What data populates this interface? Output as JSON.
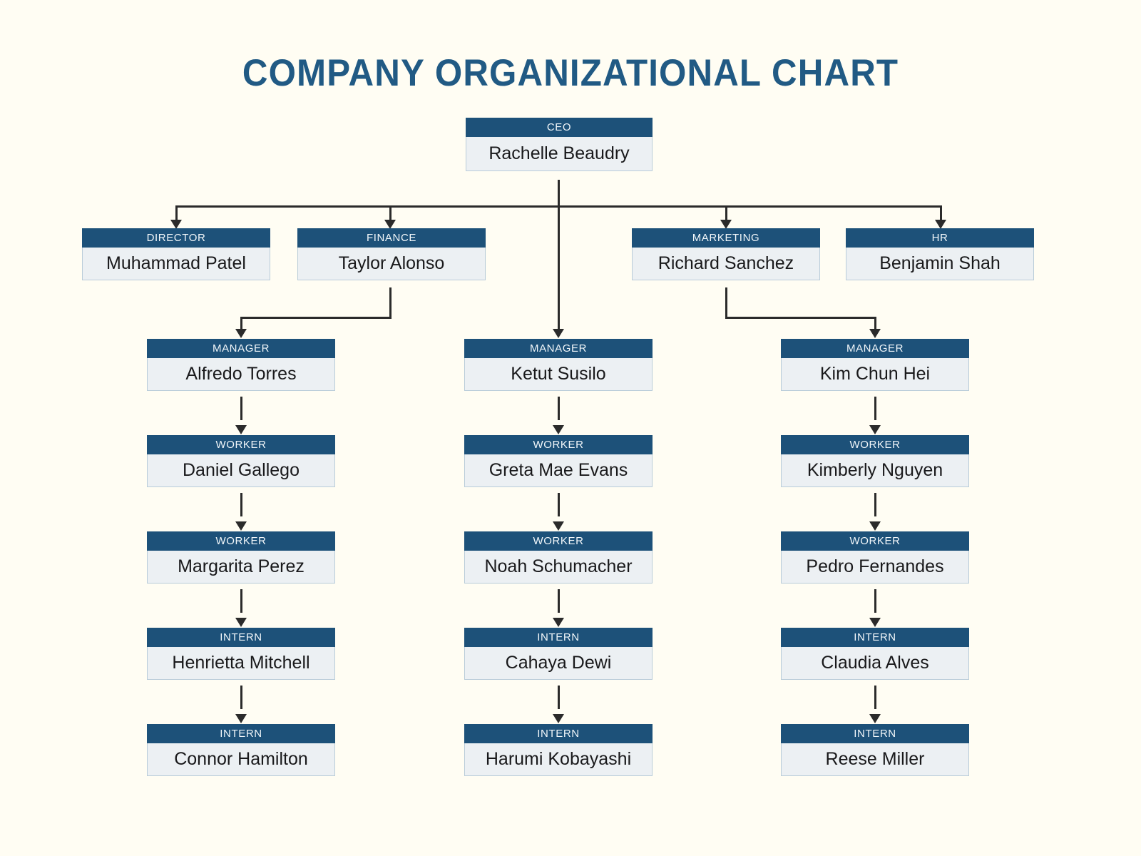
{
  "page": {
    "title": "COMPANY ORGANIZATIONAL CHART",
    "background_color": "#fffdf3",
    "header_color": "#1d5179",
    "body_color": "#ecf0f3",
    "border_color": "#b9ccd9",
    "title_color": "#215a84",
    "connector_color": "#2b2b2b"
  },
  "chart_data": {
    "type": "diagram",
    "subtype": "organizational-chart",
    "title": "COMPANY ORGANIZATIONAL CHART",
    "levels": [
      {
        "name": "executive",
        "roles": [
          "CEO"
        ]
      },
      {
        "name": "department-heads",
        "roles": [
          "DIRECTOR",
          "FINANCE",
          "MARKETING",
          "HR"
        ]
      },
      {
        "name": "managers",
        "roles": [
          "MANAGER",
          "MANAGER",
          "MANAGER"
        ]
      },
      {
        "name": "workers-1",
        "roles": [
          "WORKER",
          "WORKER",
          "WORKER"
        ]
      },
      {
        "name": "workers-2",
        "roles": [
          "WORKER",
          "WORKER",
          "WORKER"
        ]
      },
      {
        "name": "interns-1",
        "roles": [
          "INTERN",
          "INTERN",
          "INTERN"
        ]
      },
      {
        "name": "interns-2",
        "roles": [
          "INTERN",
          "INTERN",
          "INTERN"
        ]
      }
    ],
    "edges": [
      {
        "from": "ceo",
        "to": "director"
      },
      {
        "from": "ceo",
        "to": "finance"
      },
      {
        "from": "ceo",
        "to": "marketing"
      },
      {
        "from": "ceo",
        "to": "hr"
      },
      {
        "from": "ceo",
        "to": "manager-2"
      },
      {
        "from": "finance",
        "to": "manager-1"
      },
      {
        "from": "marketing",
        "to": "manager-3"
      },
      {
        "from": "manager-1",
        "to": "worker-1a"
      },
      {
        "from": "worker-1a",
        "to": "worker-1b"
      },
      {
        "from": "worker-1b",
        "to": "intern-1a"
      },
      {
        "from": "intern-1a",
        "to": "intern-1b"
      },
      {
        "from": "manager-2",
        "to": "worker-2a"
      },
      {
        "from": "worker-2a",
        "to": "worker-2b"
      },
      {
        "from": "worker-2b",
        "to": "intern-2a"
      },
      {
        "from": "intern-2a",
        "to": "intern-2b"
      },
      {
        "from": "manager-3",
        "to": "worker-3a"
      },
      {
        "from": "worker-3a",
        "to": "worker-3b"
      },
      {
        "from": "worker-3b",
        "to": "intern-3a"
      },
      {
        "from": "intern-3a",
        "to": "intern-3b"
      }
    ]
  },
  "nodes": {
    "ceo": {
      "role": "CEO",
      "person": "Rachelle Beaudry"
    },
    "director": {
      "role": "DIRECTOR",
      "person": "Muhammad Patel"
    },
    "finance": {
      "role": "FINANCE",
      "person": "Taylor Alonso"
    },
    "marketing": {
      "role": "MARKETING",
      "person": "Richard Sanchez"
    },
    "hr": {
      "role": "HR",
      "person": "Benjamin Shah"
    },
    "manager_1": {
      "role": "MANAGER",
      "person": "Alfredo Torres"
    },
    "manager_2": {
      "role": "MANAGER",
      "person": "Ketut Susilo"
    },
    "manager_3": {
      "role": "MANAGER",
      "person": "Kim Chun Hei"
    },
    "worker_1a": {
      "role": "WORKER",
      "person": "Daniel Gallego"
    },
    "worker_2a": {
      "role": "WORKER",
      "person": "Greta Mae Evans"
    },
    "worker_3a": {
      "role": "WORKER",
      "person": "Kimberly Nguyen"
    },
    "worker_1b": {
      "role": "WORKER",
      "person": "Margarita Perez"
    },
    "worker_2b": {
      "role": "WORKER",
      "person": "Noah Schumacher"
    },
    "worker_3b": {
      "role": "WORKER",
      "person": "Pedro Fernandes"
    },
    "intern_1a": {
      "role": "INTERN",
      "person": "Henrietta Mitchell"
    },
    "intern_2a": {
      "role": "INTERN",
      "person": "Cahaya Dewi"
    },
    "intern_3a": {
      "role": "INTERN",
      "person": "Claudia Alves"
    },
    "intern_1b": {
      "role": "INTERN",
      "person": "Connor Hamilton"
    },
    "intern_2b": {
      "role": "INTERN",
      "person": "Harumi Kobayashi"
    },
    "intern_3b": {
      "role": "INTERN",
      "person": "Reese Miller"
    }
  }
}
